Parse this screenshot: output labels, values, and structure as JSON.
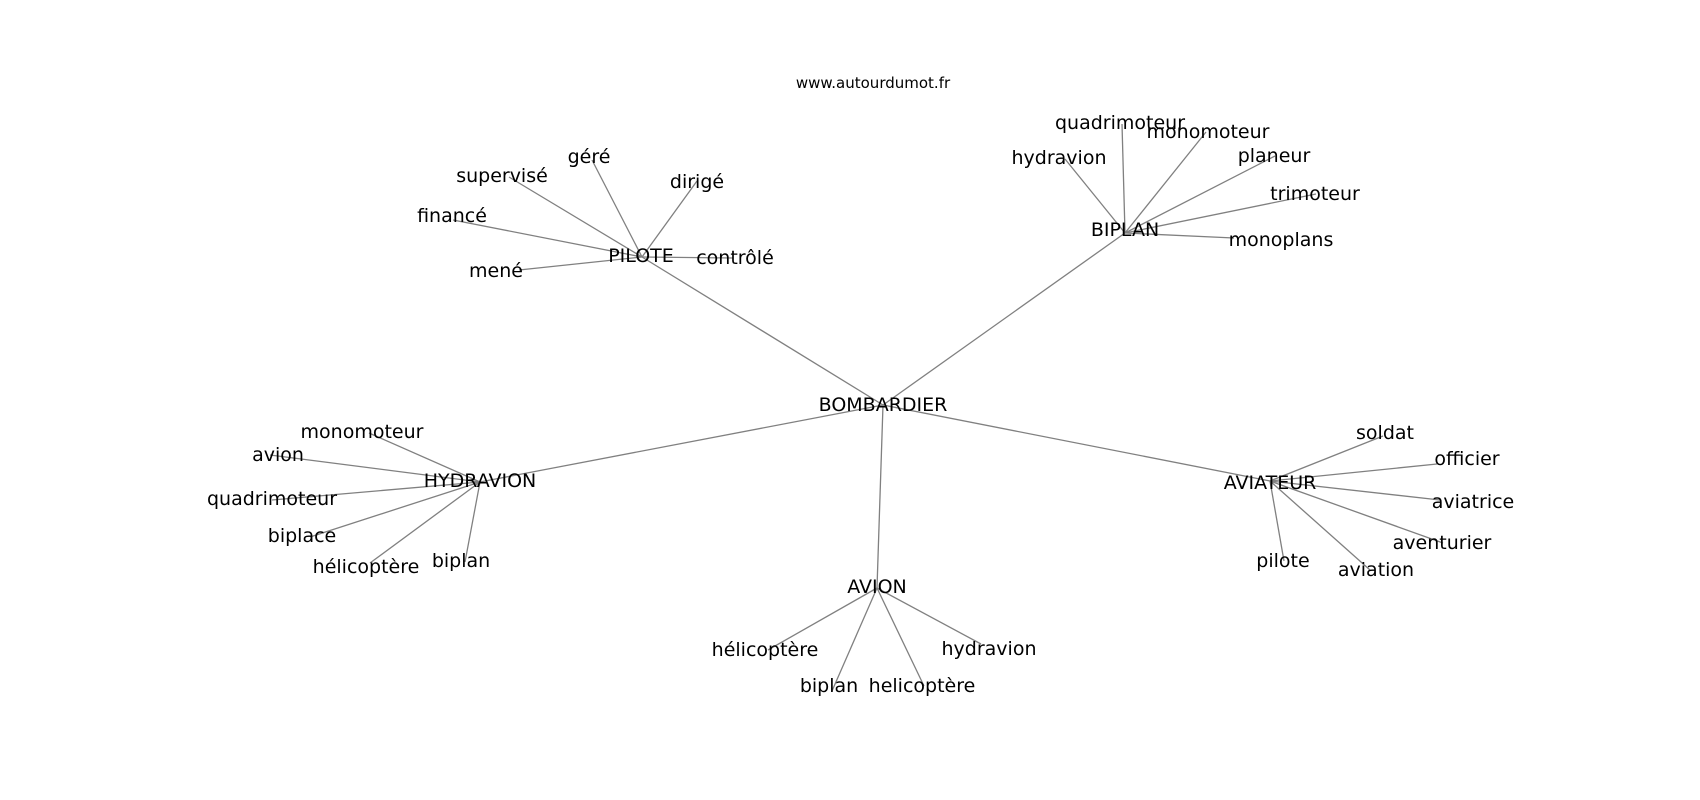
{
  "site": "www.autourdumot.fr",
  "graph": {
    "center": "BOMBARDIER",
    "hubs": [
      {
        "id": "pilote",
        "label": "PILOTE",
        "leaves": [
          "supervisé",
          "géré",
          "dirigé",
          "financé",
          "mené",
          "contrôlé"
        ]
      },
      {
        "id": "biplan",
        "label": "BIPLAN",
        "leaves": [
          "quadrimoteur",
          "monomoteur",
          "hydravion",
          "planeur",
          "trimoteur",
          "monoplans"
        ]
      },
      {
        "id": "hydravion",
        "label": "HYDRAVION",
        "leaves": [
          "monomoteur",
          "avion",
          "quadrimoteur",
          "biplace",
          "hélicoptère",
          "biplan"
        ]
      },
      {
        "id": "avion",
        "label": "AVION",
        "leaves": [
          "hélicoptère",
          "hydravion",
          "biplan",
          "helicoptère"
        ]
      },
      {
        "id": "aviateur",
        "label": "AVIATEUR",
        "leaves": [
          "soldat",
          "officier",
          "aviatrice",
          "aventurier",
          "pilote",
          "aviation"
        ]
      }
    ]
  }
}
